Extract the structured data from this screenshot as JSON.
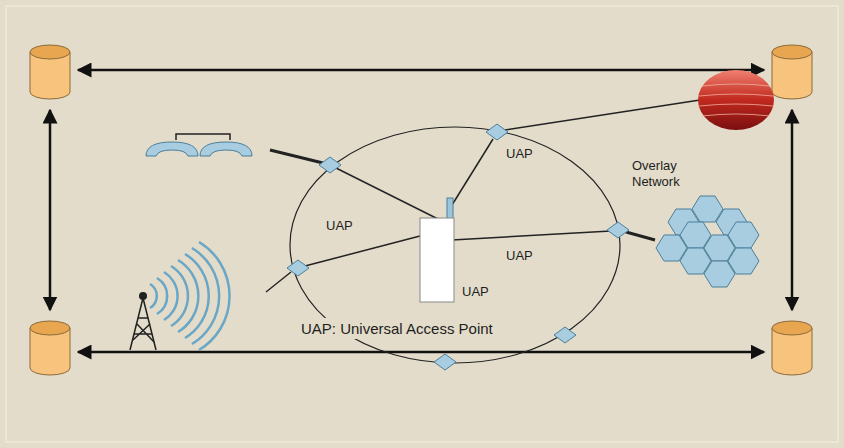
{
  "diagram": {
    "labels": [
      "UAP",
      "UAP",
      "UAP",
      "UAP",
      "Overlay Network",
      "UAP: Universal Access Point"
    ]
  }
}
